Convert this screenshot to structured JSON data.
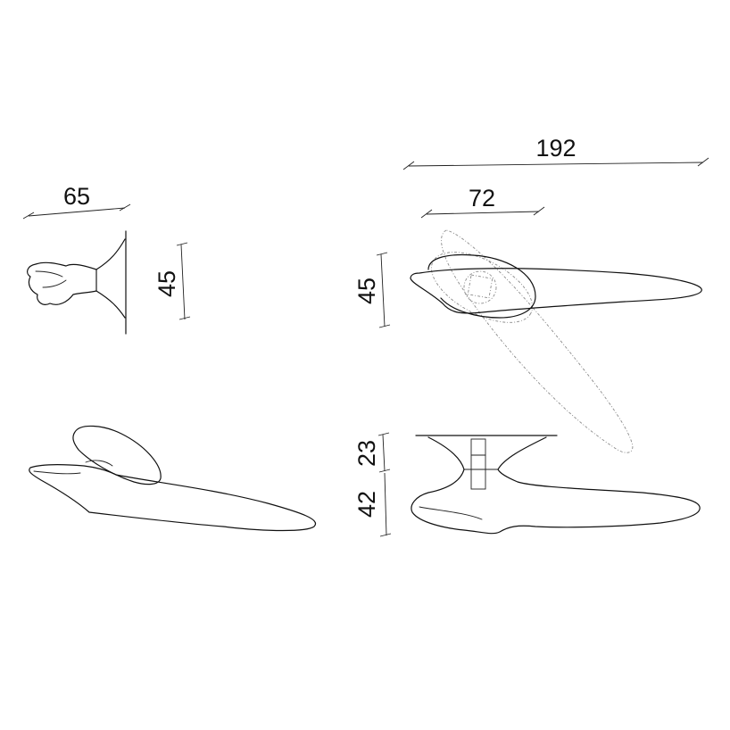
{
  "dimensions": {
    "top_left_width": "65",
    "top_left_height": "45",
    "overall_length": "192",
    "rose_diameter": "72",
    "top_right_height": "45",
    "rose_projection": "23",
    "lever_height": "42"
  },
  "colors": {
    "line": "#111111",
    "ghost_line": "#8a8a8a",
    "background": "#ffffff"
  }
}
